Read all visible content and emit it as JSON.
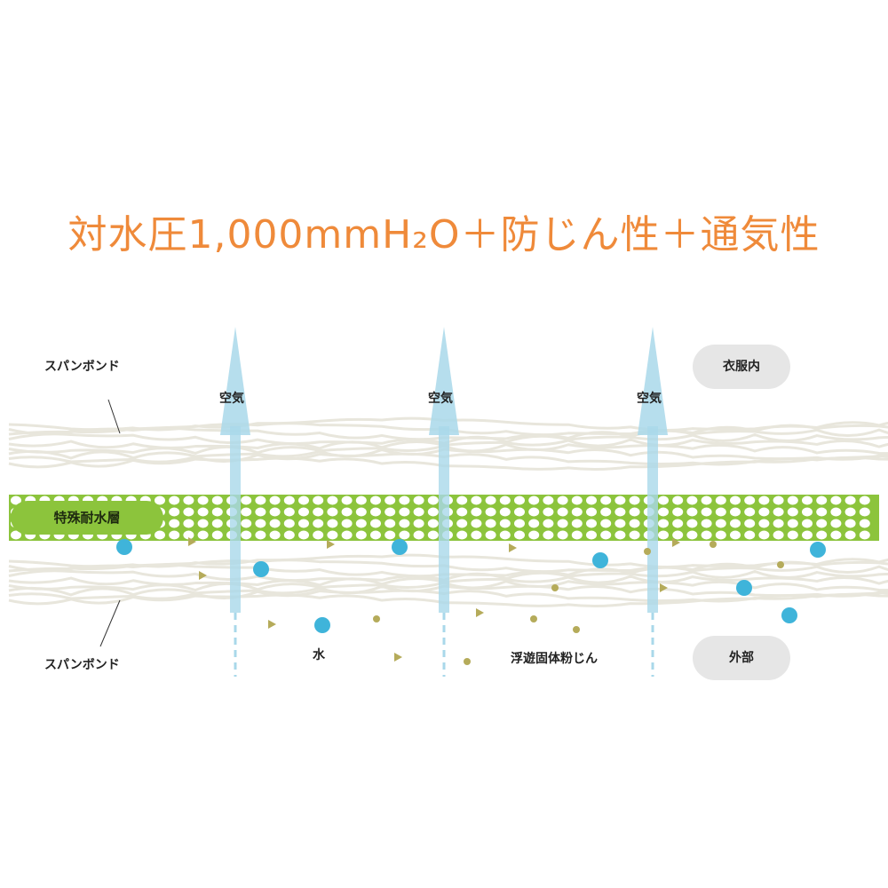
{
  "title": "対水圧1,000mmH₂O＋防じん性＋通気性",
  "labels": {
    "spunbond_top": "スパンボンド",
    "spunbond_bottom": "スパンボンド",
    "special_layer": "特殊耐水層",
    "air": "空気",
    "water": "水",
    "dust": "浮遊固体粉じん",
    "inside": "衣服内",
    "outside": "外部"
  },
  "colors": {
    "title": "#ef8a3a",
    "membrane": "#8cc43c",
    "air": "#a9d8ea",
    "water": "#3fb4da",
    "dust": "#b5ab5a",
    "fiber": "#e8e6dc"
  }
}
